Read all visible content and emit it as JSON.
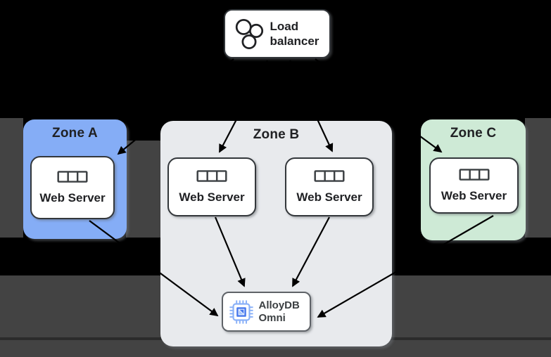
{
  "colors": {
    "page-bg": "#000000",
    "panel-gray": "#434343",
    "panel-line": "#2b2b2b",
    "zone-a": "#85ADF6",
    "zone-b": "#E8EAED",
    "zone-c": "#CEEAD6",
    "box-bg": "#ffffff",
    "box-border": "#3c4043",
    "text": "#202124",
    "arrow": "#000000",
    "alloydb-blue": "#4778EC",
    "alloydb-light-blue": "#8AB1F8"
  },
  "diagram": {
    "load_balancer": {
      "label": "Load balancer",
      "icon": "three-circles-cluster-icon"
    },
    "zones": [
      {
        "id": "zone-a",
        "label": "Zone A",
        "servers": [
          "Web Server"
        ]
      },
      {
        "id": "zone-b",
        "label": "Zone B",
        "servers": [
          "Web Server",
          "Web Server"
        ],
        "database": {
          "label": "AlloyDB Omni",
          "icon": "chip-icon"
        }
      },
      {
        "id": "zone-c",
        "label": "Zone C",
        "servers": [
          "Web Server"
        ]
      }
    ],
    "server_icon": "server-tray-icon",
    "edges": [
      {
        "from": "load-balancer",
        "to": "web-server-zone-a"
      },
      {
        "from": "load-balancer",
        "to": "web-server-zone-b-1"
      },
      {
        "from": "load-balancer",
        "to": "web-server-zone-b-2"
      },
      {
        "from": "load-balancer",
        "to": "web-server-zone-c"
      },
      {
        "from": "web-server-zone-a",
        "to": "alloydb-omni"
      },
      {
        "from": "web-server-zone-b-1",
        "to": "alloydb-omni"
      },
      {
        "from": "web-server-zone-b-2",
        "to": "alloydb-omni"
      },
      {
        "from": "web-server-zone-c",
        "to": "alloydb-omni"
      }
    ]
  }
}
